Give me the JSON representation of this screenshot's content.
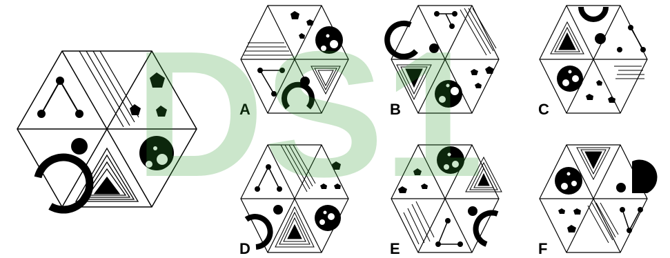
{
  "options": {
    "a": "A",
    "b": "B",
    "c": "C",
    "d": "D",
    "e": "E",
    "f": "F"
  },
  "watermark": "DS1",
  "colors": {
    "stroke": "#000000",
    "fill": "#000000",
    "watermark": "#2e9d2e"
  }
}
